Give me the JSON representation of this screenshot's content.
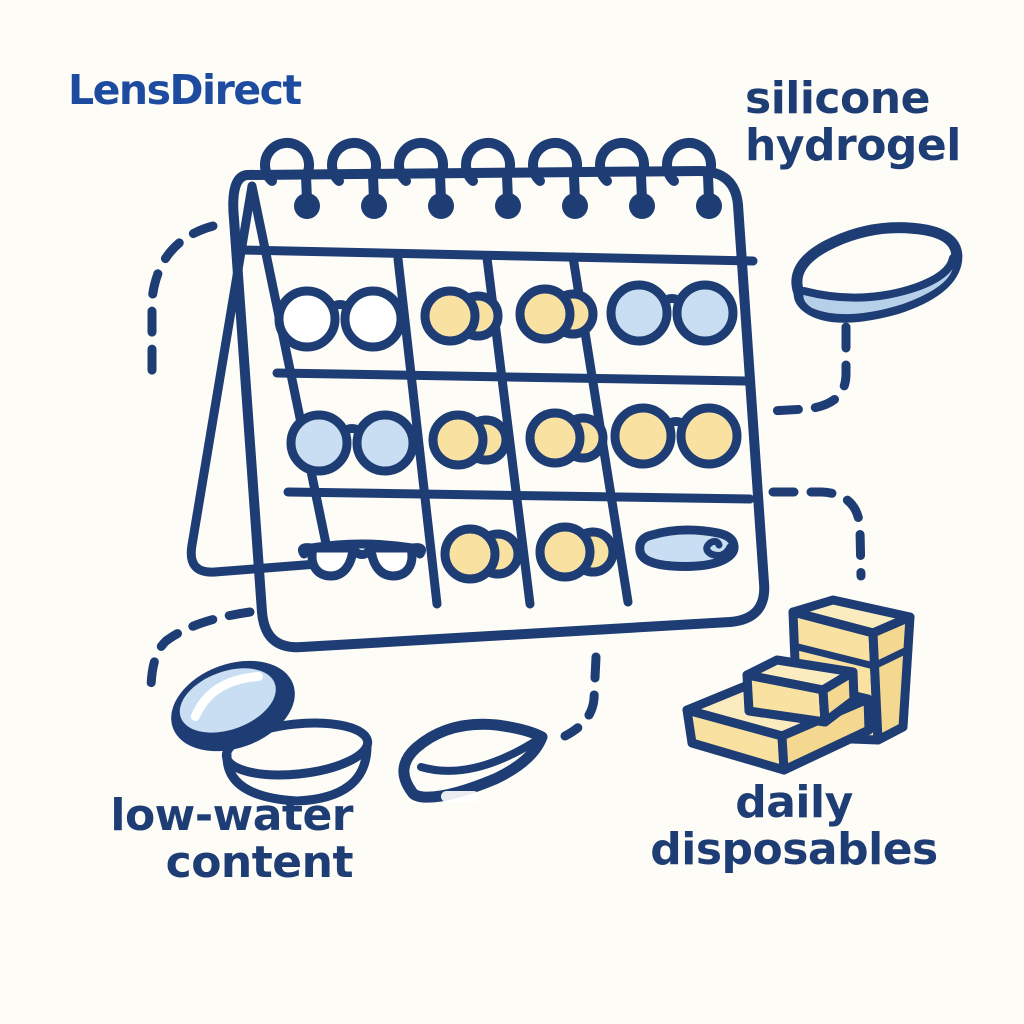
{
  "colors": {
    "navy": "#1e3d74",
    "logo_blue": "#1c4b9f",
    "light_blue": "#c9def2",
    "light_blue_dark": "#b7d0ea",
    "yellow": "#f9e1a1",
    "yellow_light": "#fbecc0",
    "yellow_dark": "#f5d88f",
    "white": "#ffffff",
    "background": "#fdfcf7"
  },
  "logo": {
    "text": "LensDirect"
  },
  "labels": {
    "silicone_hydrogel": {
      "line1": "silicone",
      "line2": "hydrogel"
    },
    "low_water_content": {
      "line1": "low-water",
      "line2": "content"
    },
    "daily_disposables": {
      "line1": "daily",
      "line2": "disposables"
    }
  },
  "calendar": {
    "rings_count": 7,
    "rows": 3,
    "columns": 4,
    "cells": [
      [
        "round-glasses-white",
        "contact-lens-pair-yellow",
        "contact-lens-pair-yellow",
        "round-glasses-blue"
      ],
      [
        "round-glasses-blue",
        "contact-lens-pair-yellow",
        "contact-lens-pair-yellow",
        "round-glasses-yellow"
      ],
      [
        "aviator-glasses-white",
        "contact-lens-pair-yellow",
        "contact-lens-pair-yellow",
        "contact-lens-blob-blue"
      ]
    ]
  },
  "icons": [
    "desk-calendar-icon",
    "contact-lens-icon-top-right",
    "contact-lens-icon-bottom-center",
    "lens-case-icon",
    "disposable-lens-boxes-icon"
  ]
}
